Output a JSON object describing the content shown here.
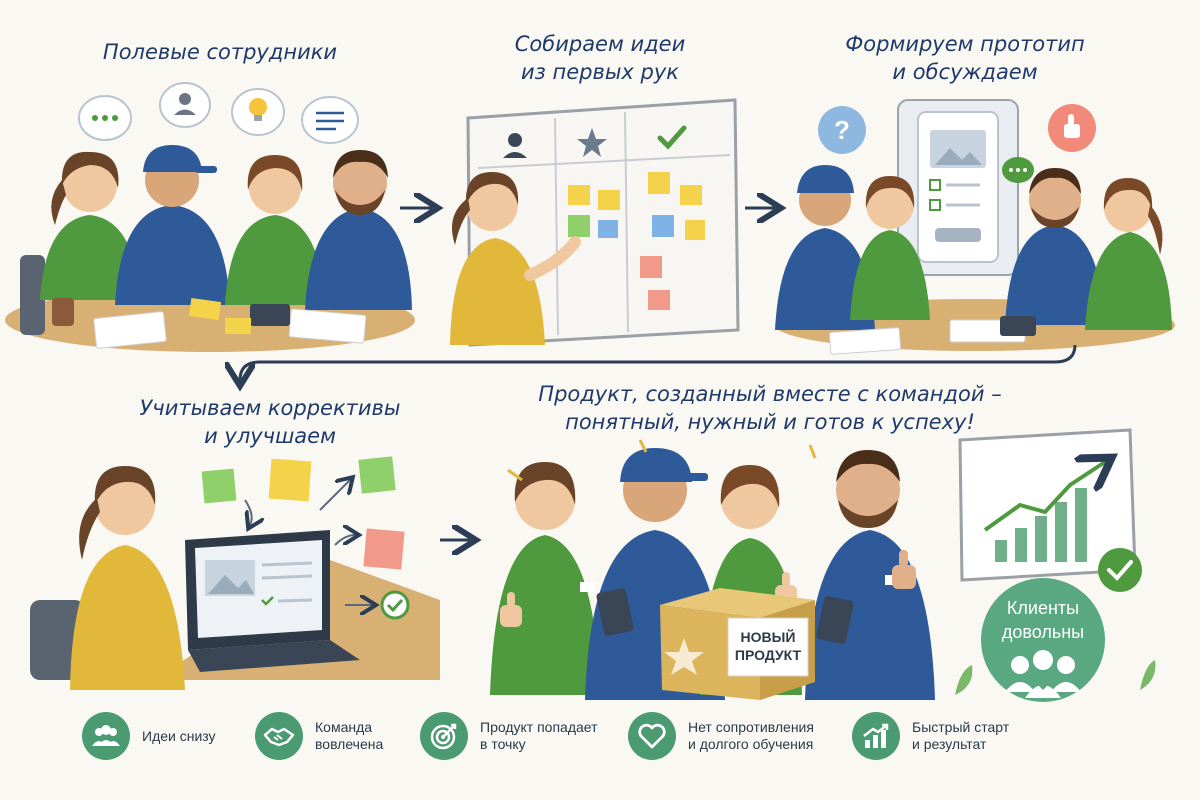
{
  "steps": {
    "step1": {
      "title": "Полевые сотрудники"
    },
    "step2": {
      "title_line1": "Собираем идеи",
      "title_line2": "из первых рук"
    },
    "step3": {
      "title_line1": "Формируем прототип",
      "title_line2": "и обсуждаем"
    },
    "step4": {
      "title_line1": "Учитываем коррективы",
      "title_line2": "и улучшаем"
    },
    "step5": {
      "title_line1": "Продукт, созданный вместе с командой –",
      "title_line2": "понятный, нужный и готов к успеху!"
    }
  },
  "product_box": {
    "label": "НОВЫЙ\nПРОДУКТ"
  },
  "badge": {
    "label": "Клиенты\nдовольны"
  },
  "benefits": [
    {
      "icon": "team-icon",
      "label": "Идеи снизу"
    },
    {
      "icon": "handshake-icon",
      "label": "Команда\nвовлечена"
    },
    {
      "icon": "target-icon",
      "label": "Продукт попадает\nв точку"
    },
    {
      "icon": "heart-icon",
      "label": "Нет сопротивления\nи долгого обучения"
    },
    {
      "icon": "growth-chart-icon",
      "label": "Быстрый старт\nи результат"
    }
  ],
  "colors": {
    "navy": "#1f3a6a",
    "green_shirt": "#4f9a3e",
    "blue_shirt": "#2f5a9a",
    "yellow_shirt": "#e2b83a",
    "accent_green": "#4a9a72",
    "sticky_yellow": "#f4d24a",
    "sticky_green": "#8fd06a",
    "sticky_blue": "#7fb3e6",
    "sticky_pink": "#f29a8a"
  }
}
